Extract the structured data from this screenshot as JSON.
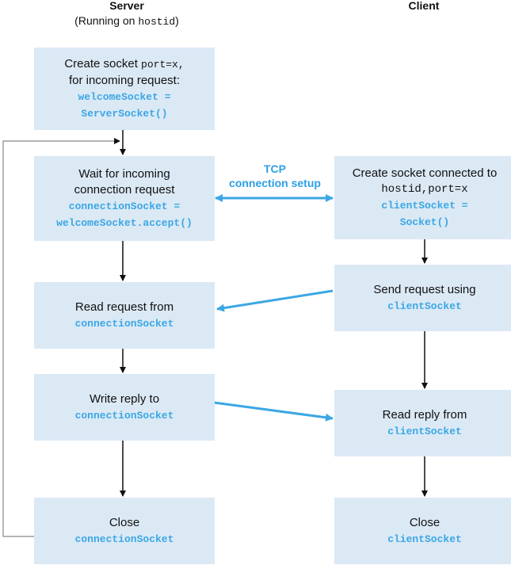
{
  "server": {
    "title": "Server",
    "subtitle_prefix": "(Running on ",
    "subtitle_host": "hostid",
    "subtitle_suffix": ")",
    "box1": {
      "line1_text": "Create  socket ",
      "line1_code": "port=x,",
      "line2": "for incoming request:",
      "code1": "welcomeSocket =",
      "code2": "ServerSocket()"
    },
    "box2": {
      "line1": "Wait for incoming",
      "line2": "connection request",
      "code1": "connectionSocket =",
      "code2": "welcomeSocket.accept()"
    },
    "box3": {
      "line1": "Read request from",
      "code1": "connectionSocket"
    },
    "box4": {
      "line1": "Write reply to",
      "code1": "connectionSocket"
    },
    "box5": {
      "line1": "Close",
      "code1": "connectionSocket"
    }
  },
  "client": {
    "title": "Client",
    "box1": {
      "line1": "Create socket connected to",
      "line2_code": "hostid,port=x",
      "code1": "clientSocket =",
      "code2": "Socket()"
    },
    "box2": {
      "line1": "Send request using",
      "code1": "clientSocket"
    },
    "box3": {
      "line1": "Read reply from",
      "code1": "clientSocket"
    },
    "box4": {
      "line1": "Close",
      "code1": "clientSocket"
    }
  },
  "tcp_label": {
    "line1": "TCP",
    "line2": "connection setup"
  },
  "colors": {
    "box_fill": "#dbe9f5",
    "code_blue": "#3ba7e4",
    "arrow_blue": "#3ba7e4",
    "arrow_black": "#111111"
  }
}
